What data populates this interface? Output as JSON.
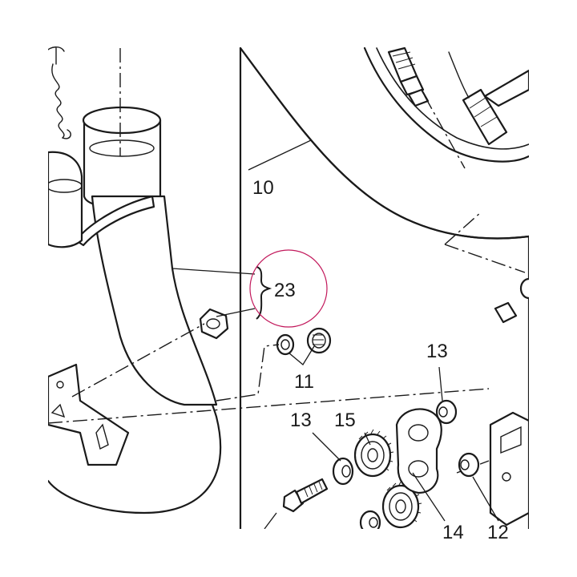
{
  "callouts": {
    "c10": "10",
    "c23": "23",
    "c11": "11",
    "c13a": "13",
    "c13b": "13",
    "c15": "15",
    "c14": "14",
    "c12": "12"
  },
  "colors": {
    "line": "#1a1a1a",
    "highlight": "#c2185b",
    "background": "#ffffff"
  }
}
